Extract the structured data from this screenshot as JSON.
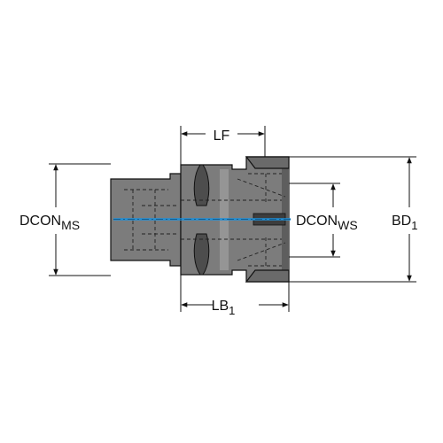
{
  "labels": {
    "lf": "LF",
    "lb_main": "LB",
    "lb_sub": "1",
    "dcon_ms_main": "DCON",
    "dcon_ms_sub": "MS",
    "dcon_ws_main": "DCON",
    "dcon_ws_sub": "WS",
    "bd_main": "BD",
    "bd_sub": "1"
  },
  "colors": {
    "body": "#7c7c7c",
    "body_dark": "#5e5e5e",
    "body_light": "#9a9a9a",
    "outline": "#111111",
    "centerline": "#1f8fd6",
    "dim": "#111111"
  }
}
